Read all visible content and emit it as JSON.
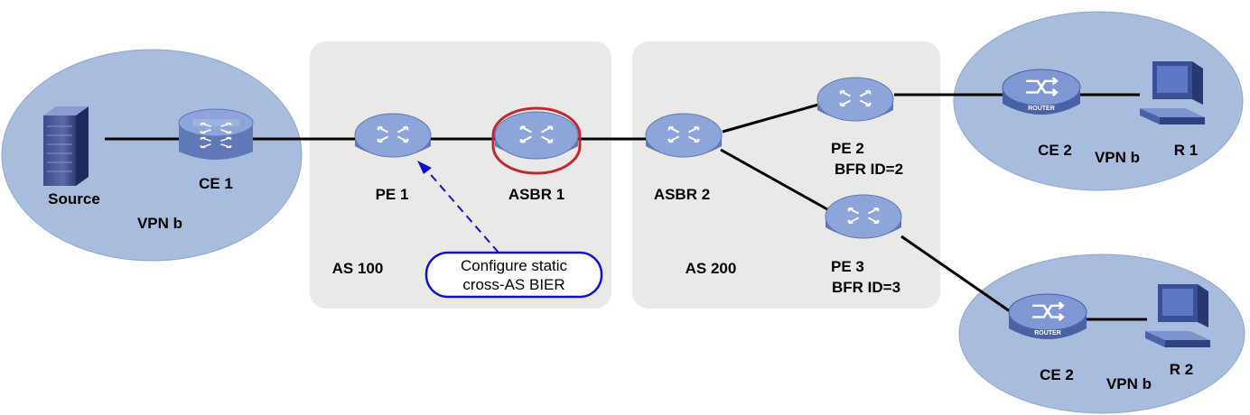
{
  "nodes": {
    "source": {
      "label": "Source",
      "icon": "server-icon"
    },
    "ce1": {
      "label": "CE 1",
      "icon": "switch-icon"
    },
    "pe1": {
      "label": "PE 1",
      "icon": "router-icon"
    },
    "asbr1": {
      "label": "ASBR 1",
      "icon": "router-icon",
      "highlight": "#c0282d"
    },
    "asbr2": {
      "label": "ASBR 2",
      "icon": "router-icon"
    },
    "pe2": {
      "label": "PE 2",
      "bfr": "BFR ID=2",
      "icon": "router-icon"
    },
    "pe3": {
      "label": "PE 3",
      "bfr": "BFR ID=3",
      "icon": "router-icon"
    },
    "ce2_top": {
      "label": "CE 2",
      "icon": "router-icon",
      "badge": "ROUTER"
    },
    "ce2_bottom": {
      "label": "CE 2",
      "icon": "router-icon",
      "badge": "ROUTER"
    },
    "r1": {
      "label": "R 1",
      "icon": "pc-icon"
    },
    "r2": {
      "label": "R 2",
      "icon": "pc-icon"
    }
  },
  "regions": {
    "vpn_left": {
      "label": "VPN b"
    },
    "vpn_top_right": {
      "label": "VPN b"
    },
    "vpn_bottom_right": {
      "label": "VPN b"
    },
    "as100": {
      "label": "AS 100"
    },
    "as200": {
      "label": "AS 200"
    }
  },
  "callout": {
    "line1": "Configure static",
    "line2": "cross-AS BIER"
  },
  "colors": {
    "vpn_cloud": "#a8bcdd",
    "as_box": "#ebe9e7",
    "router_body": "#6e86c4",
    "router_top": "#8ea5da",
    "callout": "#1010d0",
    "asbr_highlight": "#c0282d"
  }
}
